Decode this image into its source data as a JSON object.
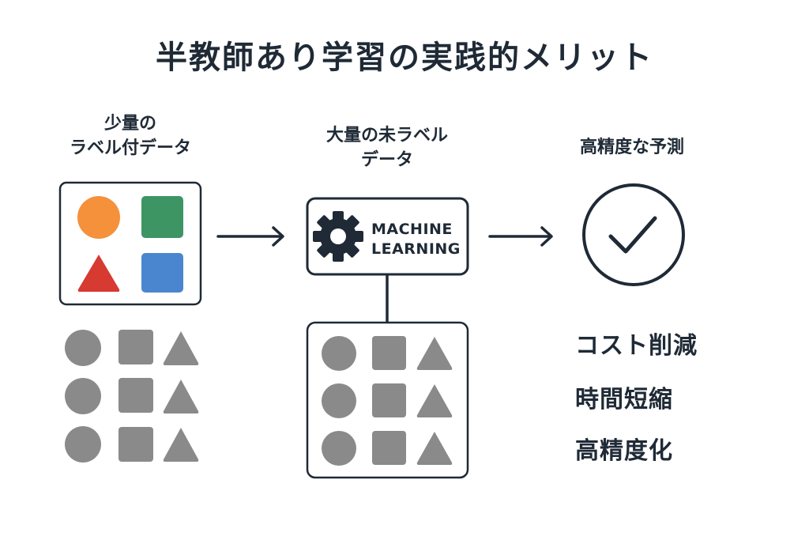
{
  "title": "半教師あり学習の実践的メリット",
  "labeled_data": {
    "label_line1": "少量の",
    "label_line2": "ラベル付データ"
  },
  "unlabeled_data": {
    "label_line1": "大量の未ラベル",
    "label_line2": "データ"
  },
  "ml_box": {
    "icon": "gear-icon",
    "line1": "MACHINE",
    "line2": "LEARNING"
  },
  "prediction": {
    "label": "高精度な予測",
    "icon": "checkmark-icon"
  },
  "benefits": [
    "コスト削減",
    "時間短縮",
    "高精度化"
  ],
  "colors": {
    "text": "#1f2a36",
    "orange": "#f5913a",
    "green": "#3d9564",
    "red": "#d63a30",
    "blue": "#4a86cf",
    "gray": "#8a8a8a"
  }
}
